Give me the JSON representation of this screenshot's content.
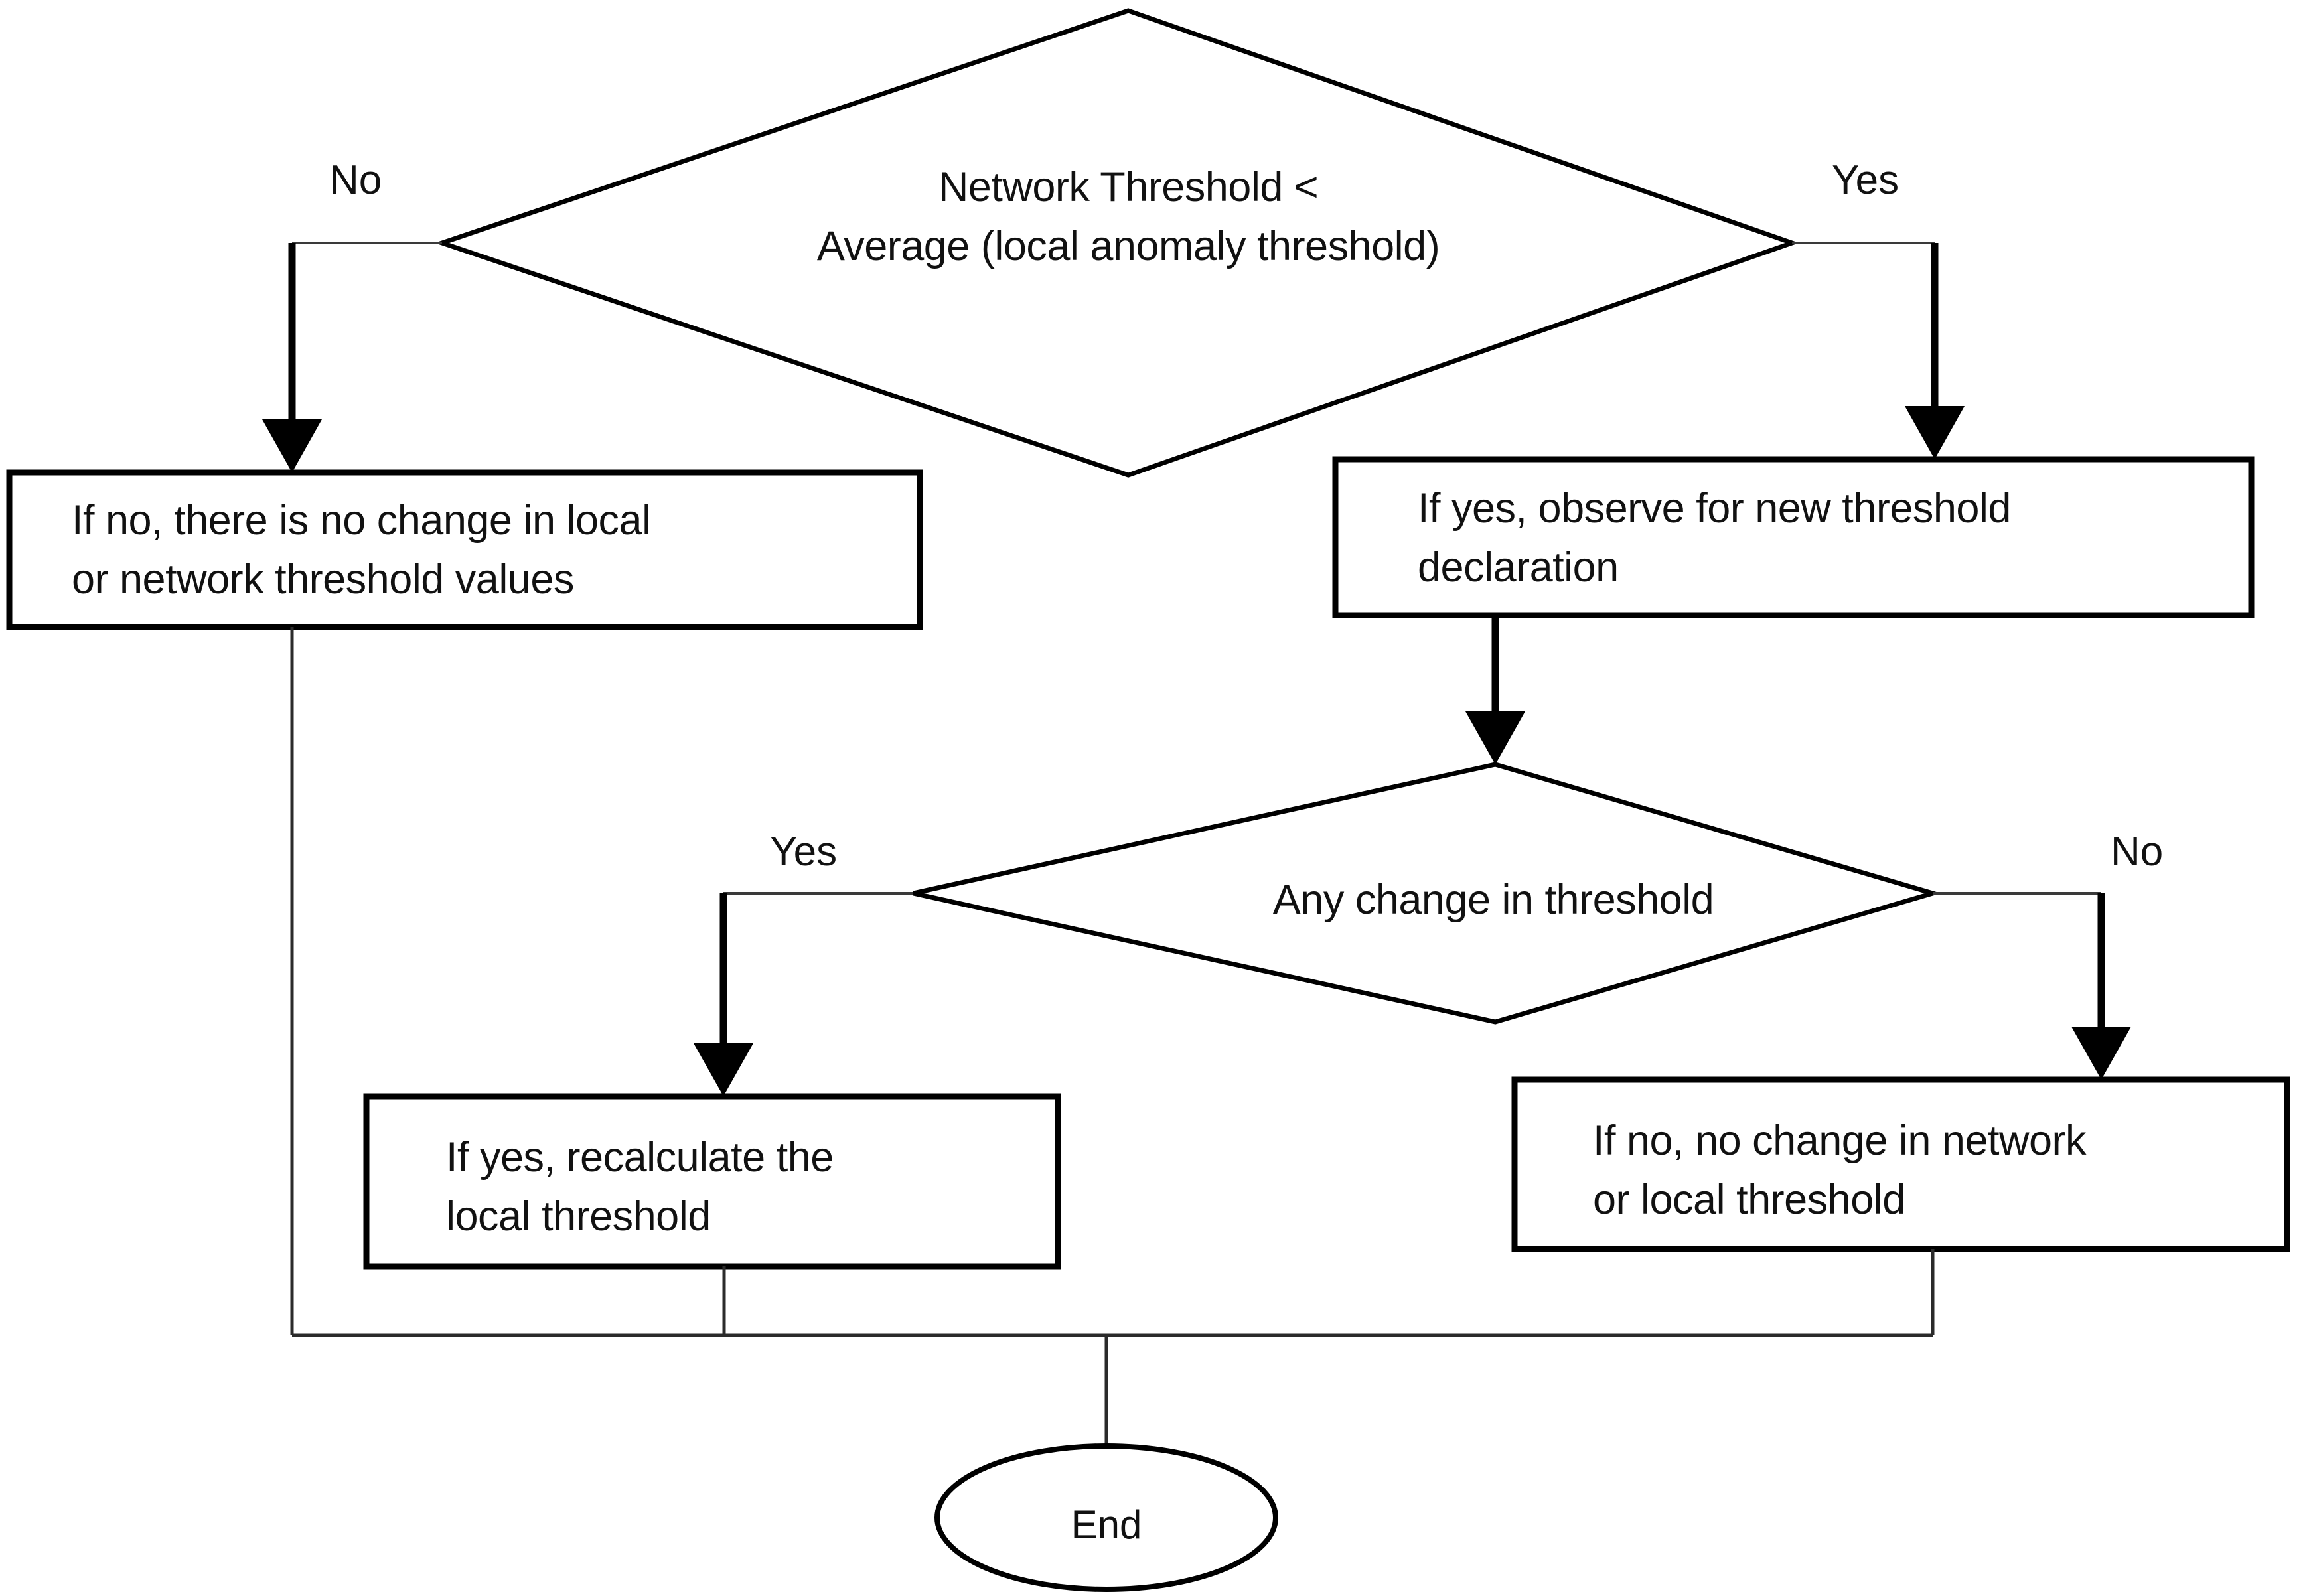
{
  "diagram": {
    "title": "Network / local threshold decision flow",
    "background_color": "#ffffff",
    "line_color": "#000000",
    "text_color": "#111111"
  },
  "nodes": {
    "decision_top": {
      "shape": "diamond",
      "text": "Network Threshold <\nAverage (local anomaly threshold)",
      "line1": "Network Threshold <",
      "line2": "Average (local anomaly threshold)"
    },
    "process_no_change": {
      "shape": "rectangle",
      "text": "If no, there is no change in local\nor network threshold values",
      "line1": "If no, there is no change in local",
      "line2": "or network threshold values"
    },
    "process_observe": {
      "shape": "rectangle",
      "text": "If yes, observe for new threshold\ndeclaration",
      "line1": "If yes, observe for new threshold",
      "line2": "declaration"
    },
    "decision_change": {
      "shape": "diamond",
      "text": "Any change in threshold"
    },
    "process_recalculate": {
      "shape": "rectangle",
      "text": "If yes, recalculate the\nlocal threshold",
      "line1": "If yes, recalculate the",
      "line2": "local threshold"
    },
    "process_no_change_2": {
      "shape": "rectangle",
      "text": "If no, no change in network\nor local threshold",
      "line1": "If no, no change in network",
      "line2": "or local threshold"
    },
    "terminator_end": {
      "shape": "ellipse",
      "text": "End"
    }
  },
  "edge_labels": {
    "top_no": "No",
    "top_yes": "Yes",
    "mid_yes": "Yes",
    "mid_no": "No"
  }
}
